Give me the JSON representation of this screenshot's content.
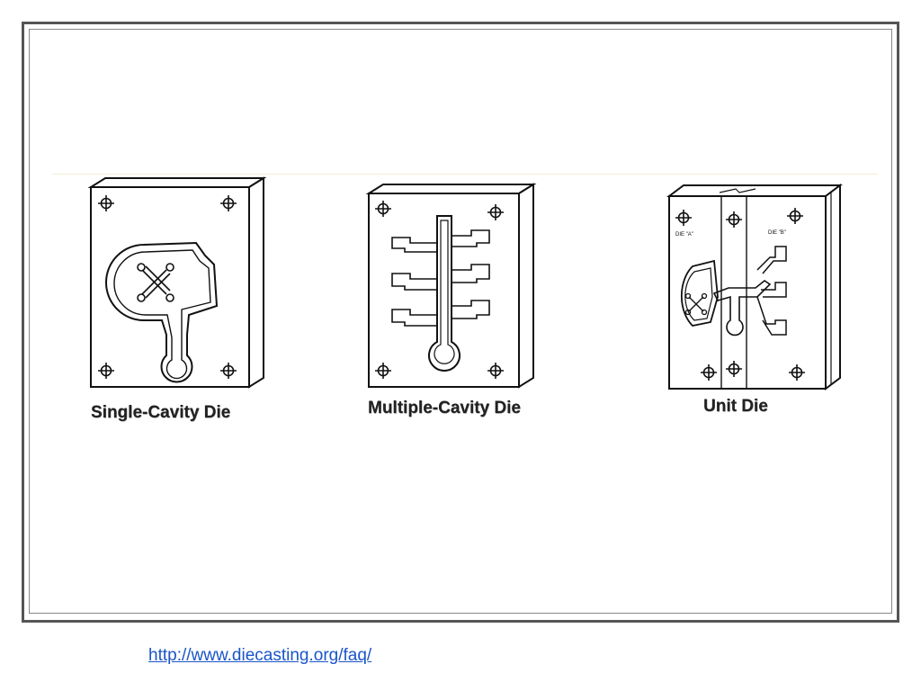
{
  "slide": {
    "frame_color": "#555555",
    "link_color": "#1a55c8"
  },
  "dies": [
    {
      "id": "single",
      "caption": "Single-Cavity Die"
    },
    {
      "id": "multiple",
      "caption": "Multiple-Cavity Die"
    },
    {
      "id": "unit",
      "caption": "Unit Die",
      "labels": [
        "DIE \"A\"",
        "DIE \"B\""
      ]
    }
  ],
  "source": {
    "url_text": "http://www.diecasting.org/faq/"
  }
}
